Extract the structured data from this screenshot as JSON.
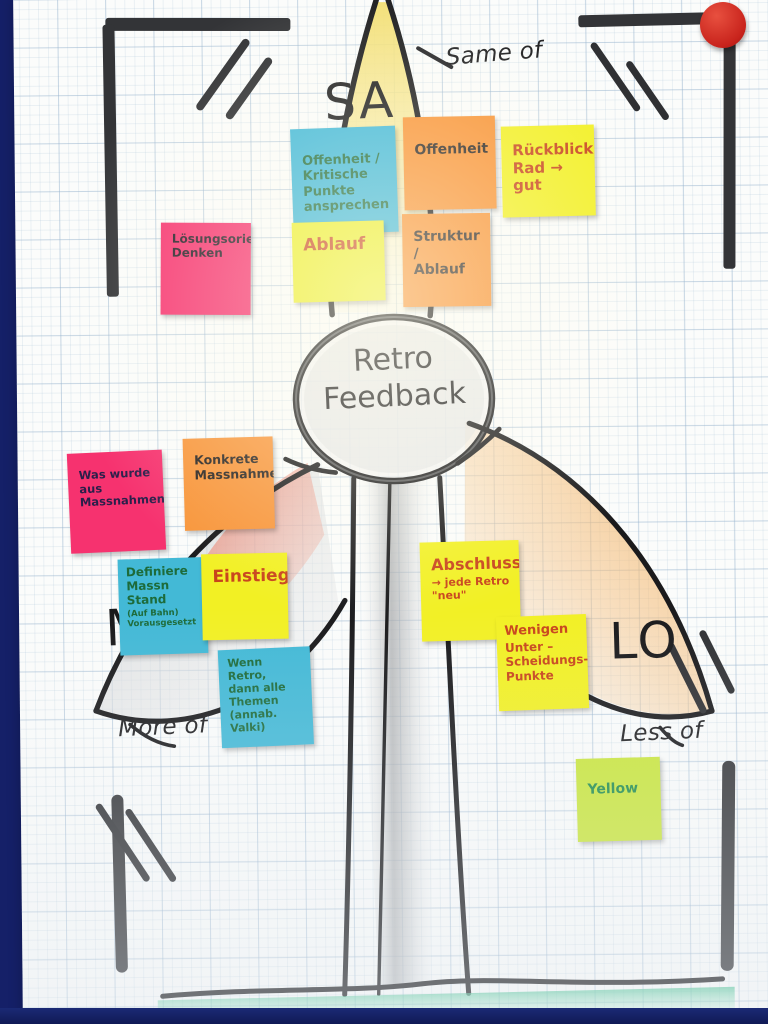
{
  "board": {
    "title": "Retro Feedback",
    "center_label_line1": "Retro",
    "center_label_line2": "Feedback",
    "surface": "graph-paper flipchart",
    "magnet_color": "#c8231c"
  },
  "quadrant_labels": {
    "same_of": "Same of",
    "more_of": "More of",
    "less_of": "Less of"
  },
  "big_letters": {
    "same": "SA",
    "more": "M",
    "less": "LO"
  },
  "notes": [
    {
      "id": "n1",
      "text": "Offenheit /\nKritische\nPunkte ansprechen",
      "color": "#3db7d8",
      "ink": "#1d6b3a",
      "zone": "same-of"
    },
    {
      "id": "n2",
      "text": "Offenheit",
      "color": "#f89233",
      "ink": "#27221f",
      "zone": "same-of"
    },
    {
      "id": "n3",
      "text": "Rückblick\nRad → gut",
      "color": "#f2f024",
      "ink": "#c8441b",
      "zone": "same-of"
    },
    {
      "id": "n4",
      "text": "Lösungsorient.\nDenken",
      "color": "#f6326f",
      "ink": "#231b24",
      "zone": "same-of"
    },
    {
      "id": "n5",
      "text": "Ablauf",
      "color": "#ecef2c",
      "ink": "#c8441b",
      "zone": "same-of"
    },
    {
      "id": "n6",
      "text": "Struktur /\nAblauf",
      "color": "#f89233",
      "ink": "#27221f",
      "zone": "same-of"
    },
    {
      "id": "n7",
      "text": "Was wurde\naus\nMassnahmen",
      "color": "#f6326f",
      "ink": "#2a1f4a",
      "zone": "more-of"
    },
    {
      "id": "n8",
      "text": "Konkrete\nMassnahmen",
      "color": "#f8953a",
      "ink": "#27221f",
      "zone": "more-of"
    },
    {
      "id": "n9",
      "text": "Definiere\nMassn\nStand",
      "subtext": "(Auf Bahn)\nVorausgesetzt",
      "color": "#43b9d6",
      "ink": "#1d6b3a",
      "zone": "more-of"
    },
    {
      "id": "n10",
      "text": "Einstieg",
      "color": "#f2f024",
      "ink": "#c8441b",
      "zone": "more-of"
    },
    {
      "id": "n11",
      "text": "Wenn Retro,\ndann alle\nThemen\n(annab. Valki)",
      "color": "#43b9d6",
      "ink": "#1d6b3a",
      "zone": "more-of"
    },
    {
      "id": "n12",
      "text": "Abschluss",
      "subtext": "→ jede Retro\n   \"neu\"",
      "color": "#f2f024",
      "ink": "#c8441b",
      "zone": "less-of"
    },
    {
      "id": "n13",
      "text": "Wenigen",
      "subtext": "Unter –\nScheidungs-\nPunkte",
      "color": "#f2f024",
      "ink": "#c8441b",
      "zone": "less-of"
    },
    {
      "id": "n14",
      "text": "Yellow",
      "color": "#c9e63a",
      "ink": "#1d8a4a",
      "zone": "less-of"
    }
  ]
}
